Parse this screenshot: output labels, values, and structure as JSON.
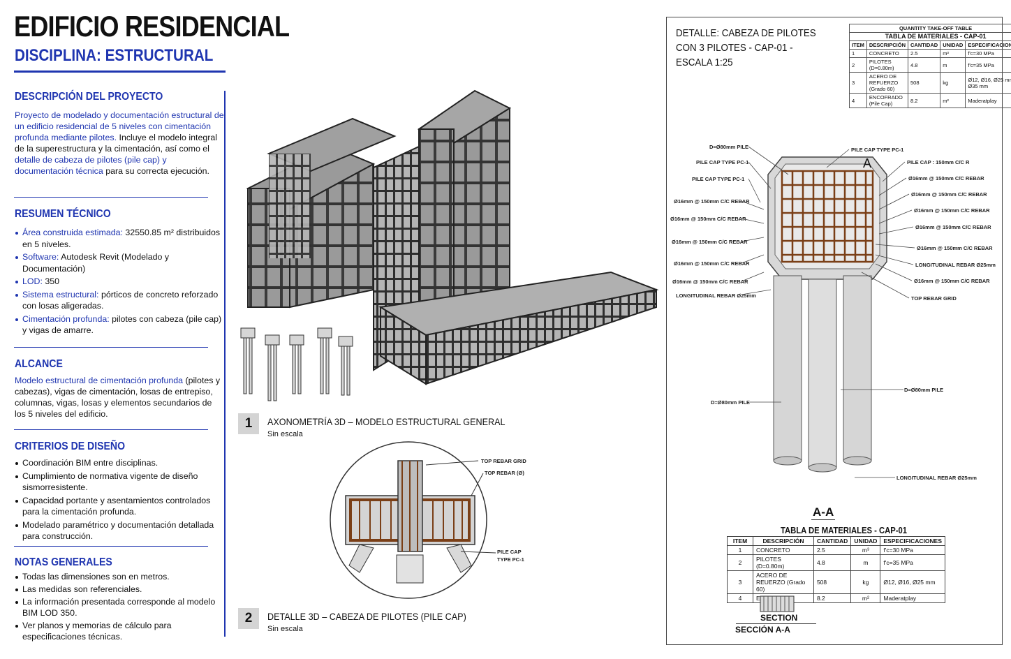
{
  "header": {
    "title": "EDIFICIO RESIDENCIAL",
    "subtitle": "DISCIPLINA: ESTRUCTURAL"
  },
  "descripcion": {
    "heading": "DESCRIPCIÓN DEL PROYECTO",
    "blue_text": "Proyecto de modelado y documentación estructural de un edificio residencial de 5 niveles con cimentación profunda mediante pilotes.",
    "text_a": "Incluye el modelo integral de la superestructura y la cimentación, así como el",
    "text_blue2": "detalle de cabeza de pilotes (pile cap) y documentación técnica",
    "text_b": "para su correcta ejecución."
  },
  "resumen": {
    "heading": "RESUMEN TÉCNICO",
    "items": [
      {
        "key": "Área construida estimada:",
        "value": "32550.85 m² distribuidos en 5 niveles."
      },
      {
        "key": "Software:",
        "value": "Autodesk Revit (Modelado y Documentación)"
      },
      {
        "key": "LOD:",
        "value": "350"
      },
      {
        "key": "Sistema estructural:",
        "value": "pórticos de concreto reforzado con losas aligeradas."
      },
      {
        "key": "Cimentación profunda:",
        "value": "pilotes con cabeza (pile cap) y vigas de amarre."
      }
    ]
  },
  "alcance": {
    "heading": "ALCANCE",
    "blue_text": "Modelo estructural de cimentación profunda",
    "text": "(pilotes y cabezas), vigas de cimentación, losas de entrepiso, columnas, vigas, losas y elementos secundarios de los 5 niveles del edificio."
  },
  "criterios": {
    "heading": "CRITERIOS DE DISEÑO",
    "items": [
      "Coordinación BIM entre disciplinas.",
      "Cumplimiento de normativa vigente de diseño sismorresistente.",
      "Capacidad portante y asentamientos controlados para la cimentación profunda.",
      "Modelado paramétrico y documentación detallada para construcción."
    ]
  },
  "notas": {
    "heading": "NOTAS GENERALES",
    "items": [
      "Todas las dimensiones son en metros.",
      "Las medidas son referenciales.",
      "La información presentada corresponde al modelo BIM LOD 350.",
      "Ver planos y memorias de cálculo para especificaciones técnicas."
    ]
  },
  "view1": {
    "number": "1",
    "title": "AXONOMETRÍA 3D – MODELO ESTRUCTURAL GENERAL",
    "scale": "Sin escala"
  },
  "view2": {
    "number": "2",
    "title": "DETALLE 3D – CABEZA DE PILOTES (PILE CAP)",
    "scale": "Sin escala",
    "labels": {
      "top_grid": "TOP REBAR GRID",
      "top_rebar": "TOP REBAR (Ø)",
      "pile_cap": "PILE CAP",
      "type": "TYPE PC-1"
    }
  },
  "detail": {
    "title": "DETALLE: CABEZA DE PILOTES CON 3 PILOTES - CAP-01 - ESCALA 1:25",
    "section_letter": "A",
    "section_name": "A-A",
    "labels_left": [
      "D=Ø80mm PILE",
      "PILE CAP TYPE PC-1",
      "PILE CAP TYPE PC-1",
      "Ø16mm @ 150mm C/C REBAR",
      "Ø16mm @ 150mm C/C REBAR",
      "Ø16mm @ 150mm C/C REBAR",
      "Ø16mm @ 150mm C/C REBAR",
      "Ø16mm @ 150mm C/C REBAR",
      "LONGITUDINAL REBAR Ø25mm"
    ],
    "labels_right": [
      "PILE CAP TYPE PC-1",
      "PILE CAP : 150mm C/C R",
      "Ø16mm @ 150mm C/C REBAR",
      "Ø16mm @ 150mm C/C REBAR",
      "Ø16mm @ 150mm C/C REBAR",
      "Ø16mm @ 150mm C/C REBAR",
      "Ø16mm @ 150mm C/C REBAR",
      "LONGITUDINAL REBAR Ø25mm",
      "Ø16mm @ 150mm C/C REBAR",
      "TOP REBAR GRID"
    ],
    "pile_left": "D=Ø80mm PILE",
    "pile_right": "D=Ø80mm PILE",
    "long_rebar": "LONGITUDINAL REBAR Ø25mm"
  },
  "qto": {
    "title1": "QUANTITY TAKE-OFF TABLE",
    "title2": "TABLA DE MATERIALES - CAP-01",
    "headers": [
      "ITEM",
      "DESCRIPCIÓN",
      "CANTIDAD",
      "UNIDAD",
      "ESPECIFICACIONES"
    ],
    "rows": [
      [
        "1",
        "CONCRETO",
        "2.5",
        "m³",
        "f'c=30 MPa"
      ],
      [
        "2",
        "PILOTES (D=0.80m)",
        "4.8",
        "m",
        "f'c=35 MPa"
      ],
      [
        "3",
        "ACERO DE REFUERZO (Grado 60)",
        "508",
        "kg",
        "Ø12, Ø16, Ø25 mm Ø35 mm"
      ],
      [
        "4",
        "ENCOFRADO (Pile Cap)",
        "8.2",
        "m²",
        "Maderatplay"
      ]
    ]
  },
  "table_bottom": {
    "title": "TABLA DE MATERIALES - CAP-01",
    "headers": [
      "ITEM",
      "DESCRIPCIÓN",
      "CANTIDAD",
      "UNIDAD",
      "ESPECIFICACIONES"
    ],
    "rows": [
      [
        "1",
        "CONCRETO",
        "2.5",
        "m³",
        "f'c=30 MPa"
      ],
      [
        "2",
        "PILOTES (D=0.80m)",
        "4.8",
        "m",
        "f'c=35 MPa"
      ],
      [
        "3",
        "ACERO DE REUERZO (Grado 60)",
        "508",
        "kg",
        "Ø12, Ø16, Ø25 mm"
      ],
      [
        "4",
        "ENCOFRADO",
        "8.2",
        "m²",
        "Maderatplay"
      ]
    ]
  },
  "section_legend": {
    "label": "SECTION",
    "name": "SECCIÓN A-A"
  },
  "colors": {
    "accent": "#1f35b0",
    "rebar": "#8a4a1c",
    "concrete": "#cfcfcf"
  }
}
